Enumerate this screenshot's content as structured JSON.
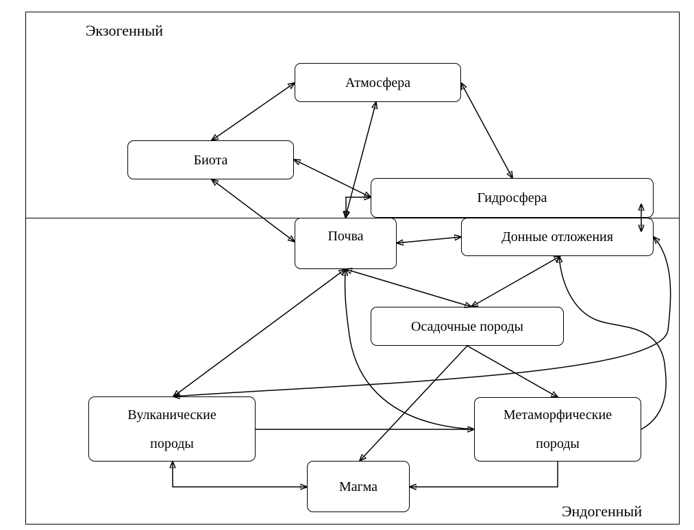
{
  "zones": {
    "exogenous": "Экзогенный",
    "endogenous": "Эндогенный"
  },
  "nodes": {
    "atmosphere": {
      "label": "Атмосфера"
    },
    "biota": {
      "label": "Биота"
    },
    "hydrosphere": {
      "label": "Гидросфера"
    },
    "soil": {
      "label": "Почва"
    },
    "bottom_sediments": {
      "label": "Донные отложения"
    },
    "sedimentary_rocks": {
      "label": "Осадочные породы"
    },
    "volcanic_rocks": {
      "line1": "Вулканические",
      "line2": "породы"
    },
    "metamorphic_rocks": {
      "line1": "Метаморфические",
      "line2": "породы"
    },
    "magma": {
      "label": "Магма"
    }
  },
  "connections": [
    {
      "from": "atmosphere",
      "to": "biota",
      "direction": "both"
    },
    {
      "from": "atmosphere",
      "to": "hydrosphere",
      "direction": "both"
    },
    {
      "from": "atmosphere",
      "to": "soil",
      "direction": "both"
    },
    {
      "from": "biota",
      "to": "hydrosphere",
      "direction": "both"
    },
    {
      "from": "biota",
      "to": "soil",
      "direction": "both"
    },
    {
      "from": "hydrosphere",
      "to": "soil",
      "direction": "both"
    },
    {
      "from": "hydrosphere",
      "to": "bottom_sediments",
      "direction": "both"
    },
    {
      "from": "soil",
      "to": "bottom_sediments",
      "direction": "both"
    },
    {
      "from": "soil",
      "to": "sedimentary_rocks",
      "direction": "both"
    },
    {
      "from": "bottom_sediments",
      "to": "sedimentary_rocks",
      "direction": "both"
    },
    {
      "from": "soil",
      "to": "volcanic_rocks",
      "direction": "both"
    },
    {
      "from": "bottom_sediments",
      "to": "volcanic_rocks",
      "direction": "both"
    },
    {
      "from": "soil",
      "to": "metamorphic_rocks",
      "direction": "to"
    },
    {
      "from": "metamorphic_rocks",
      "to": "bottom_sediments",
      "direction": "to"
    },
    {
      "from": "sedimentary_rocks",
      "to": "metamorphic_rocks",
      "direction": "to"
    },
    {
      "from": "sedimentary_rocks",
      "to": "magma",
      "direction": "to"
    },
    {
      "from": "volcanic_rocks",
      "to": "metamorphic_rocks",
      "direction": "to"
    },
    {
      "from": "volcanic_rocks",
      "to": "magma",
      "direction": "both"
    },
    {
      "from": "metamorphic_rocks",
      "to": "magma",
      "direction": "to"
    }
  ]
}
